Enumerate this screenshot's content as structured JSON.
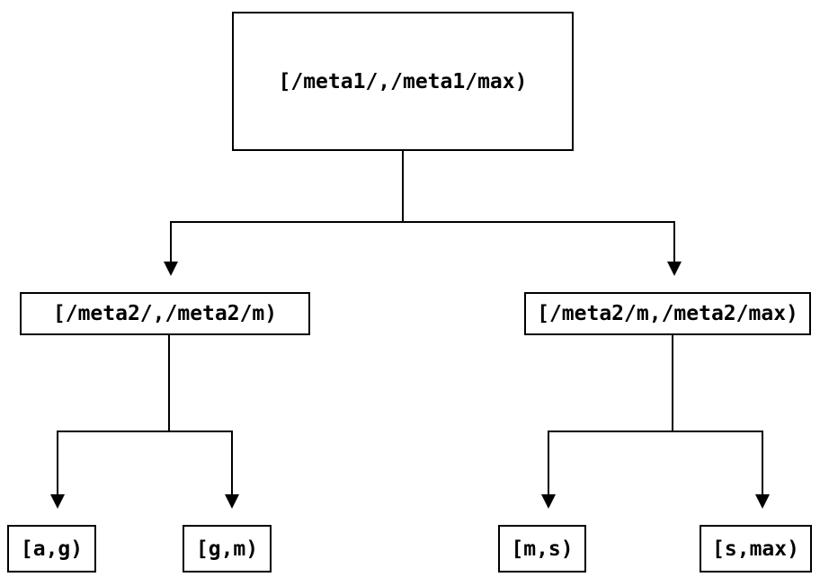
{
  "diagram": {
    "type": "binary-tree",
    "background_color": "#ffffff",
    "line_color": "#000000",
    "box_border_color": "#000000",
    "text_color": "#000000"
  },
  "tree": {
    "label": "[/meta1/,/meta1/max)",
    "children": [
      {
        "label": "[/meta2/,/meta2/m)",
        "children": [
          {
            "label": "[a,g)"
          },
          {
            "label": "[g,m)"
          }
        ]
      },
      {
        "label": "[/meta2/m,/meta2/max)",
        "children": [
          {
            "label": "[m,s)"
          },
          {
            "label": "[s,max)"
          }
        ]
      }
    ]
  }
}
